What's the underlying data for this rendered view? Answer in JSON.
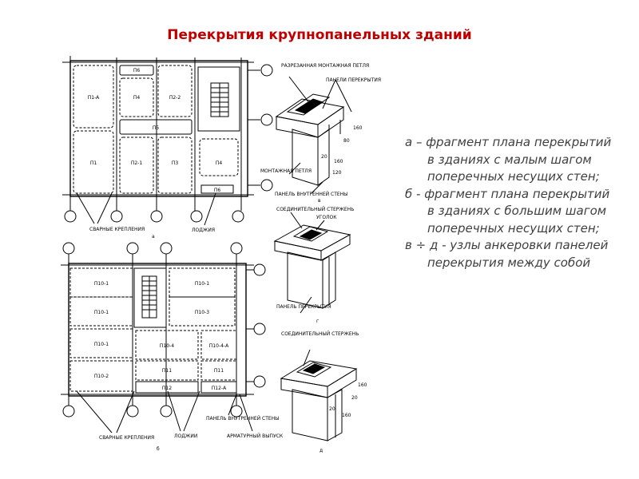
{
  "title": "Перекрытия крупнопанельных зданий",
  "captions": [
    "а – фрагмент  плана перекрытий в зданиях с малым  шагом поперечных несущих стен;",
    "б -  фрагмент  плана перекрытий в зданиях  с  большим шагом поперечных несущих стен;",
    "в ÷ д -  узлы анкеровки панелей перекрытия между собой"
  ],
  "plan_a": {
    "panels": [
      "П6",
      "П1-А",
      "П4",
      "П2-2",
      "П5",
      "П1",
      "П2-1",
      "П3",
      "П4",
      "П6"
    ],
    "labels": {
      "welds": "СВАРНЫЕ  КРЕПЛЕНИЯ",
      "loggia": "ЛОДЖИЯ",
      "letter": "а"
    }
  },
  "plan_b": {
    "panels": [
      "П10-1",
      "П10-1",
      "П10-1",
      "П10-3",
      "П10-1",
      "П10-4",
      "П10-4-А",
      "П10-2",
      "П11",
      "П11",
      "П12",
      "П12-А"
    ],
    "labels": {
      "welds": "СВАРНЫЕ  КРЕПЛЕНИЯ",
      "loggia": "ЛОДЖИИ",
      "inner_wall": "ПАНЕЛЬ ВНУТРЕННЕЙ СТЕНЫ",
      "rebar": "АРМАТУРНЫЙ ВЫПУСК",
      "letter": "б"
    }
  },
  "node_v": {
    "labels": {
      "cut_loop": "РАЗРЕЗАННАЯ  МОНТАЖНАЯ ПЕТЛЯ",
      "floor_panels": "ПАНЕЛИ ПЕРЕКРЫТИЯ",
      "mount_loop": "МОНТАЖНАЯ ПЕТЛЯ",
      "inner_wall": "ПАНЕЛЬ ВНУТРЕННЕЙ СТЕНЫ",
      "letter": "в"
    },
    "dims": [
      "160",
      "20",
      "160",
      "80",
      "120"
    ]
  },
  "node_g": {
    "labels": {
      "rod": "СОЕДИНИТЕЛЬНЫЙ СТЕРЖЕНЬ",
      "angle": "УГОЛОК",
      "panel": "ПАНЕЛЬ ПЕРЕКРЫТИЯ",
      "letter": "г"
    }
  },
  "node_d": {
    "labels": {
      "rod": "СОЕДИНИТЕЛЬНЫЙ СТЕРЖЕНЬ",
      "letter": "д"
    },
    "dims": [
      "160",
      "20",
      "160",
      "20"
    ]
  }
}
